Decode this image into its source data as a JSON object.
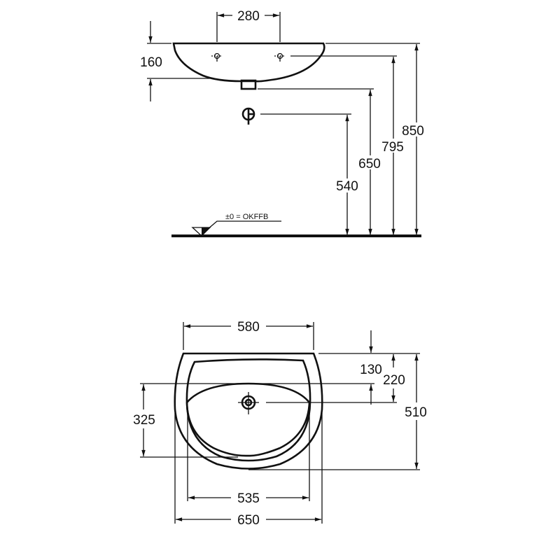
{
  "side_view": {
    "dimensions": {
      "tap_spacing": "280",
      "basin_height": "160",
      "overall_height": "850",
      "tap_height": "795",
      "drain_height": "650",
      "trap_height": "540"
    },
    "floor_reference": "±0 = OKFFB"
  },
  "top_view": {
    "dimensions": {
      "back_width": "580",
      "rim_to_bowl": "130",
      "rim_to_drain": "220",
      "overall_depth": "510",
      "bowl_depth": "325",
      "inner_width": "535",
      "overall_width": "650"
    }
  },
  "colors": {
    "line": "#111111",
    "background": "#ffffff"
  }
}
